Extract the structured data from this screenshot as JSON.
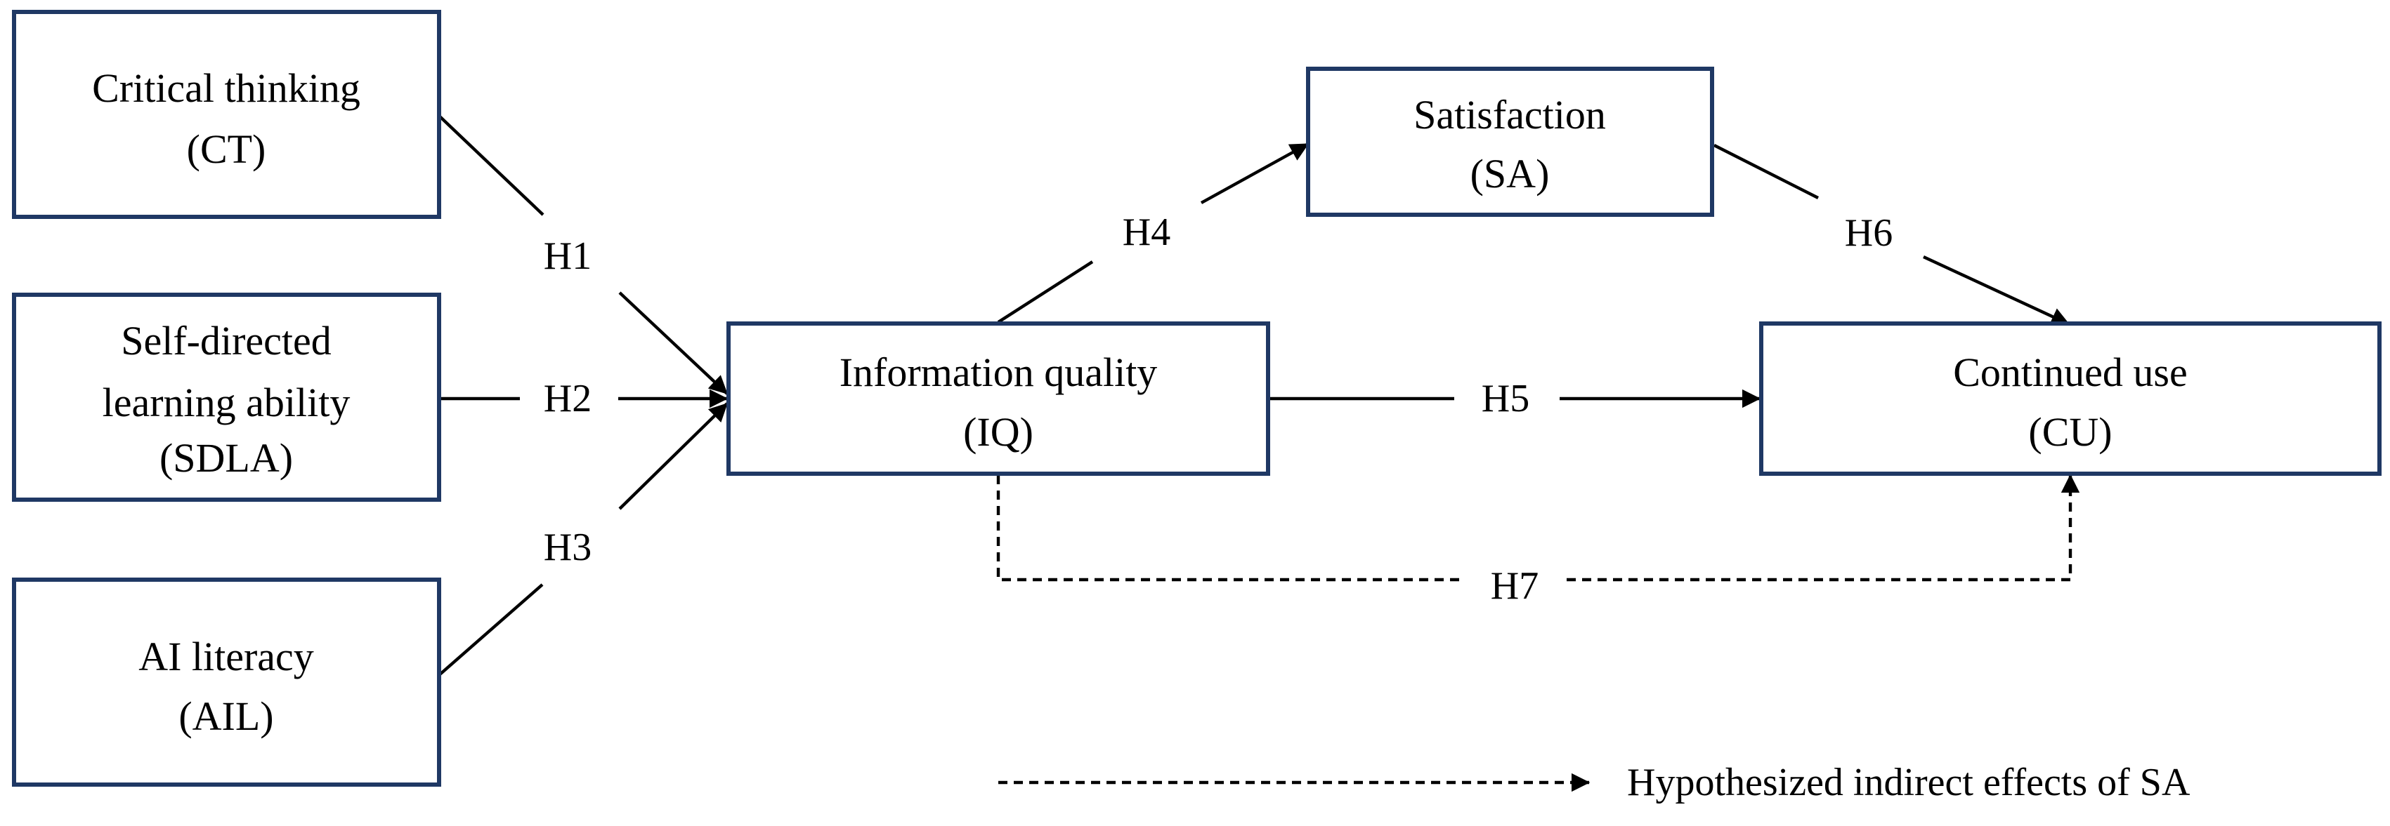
{
  "nodes": {
    "ct": {
      "line1": "Critical thinking",
      "line2": "(CT)"
    },
    "sdla": {
      "line1": "Self-directed",
      "line2": "learning ability",
      "line3": "(SDLA)"
    },
    "ail": {
      "line1": "AI literacy",
      "line2": "(AIL)"
    },
    "iq": {
      "line1": "Information quality",
      "line2": "(IQ)"
    },
    "sa": {
      "line1": "Satisfaction",
      "line2": "(SA)"
    },
    "cu": {
      "line1": "Continued use",
      "line2": "(CU)"
    }
  },
  "hypotheses": {
    "h1": "H1",
    "h2": "H2",
    "h3": "H3",
    "h4": "H4",
    "h5": "H5",
    "h6": "H6",
    "h7": "H7"
  },
  "legend": {
    "indirect_label": "Hypothesized indirect effects of SA"
  }
}
